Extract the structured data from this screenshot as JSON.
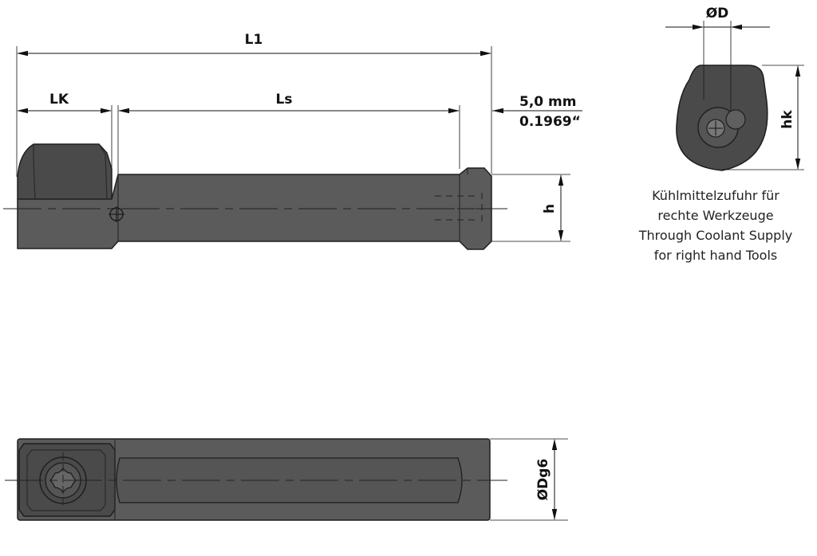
{
  "dimensions": {
    "l1": "L1",
    "lk": "LK",
    "ls": "Ls",
    "offset_mm": "5,0 mm",
    "offset_in": "0.1969“",
    "h": "h",
    "d": "ØD",
    "hk": "hk",
    "dg6": "ØDg6"
  },
  "note": {
    "line1": "Kühlmittelzufuhr für",
    "line2": "rechte Werkzeuge",
    "line3": "Through Coolant Supply",
    "line4": "for right hand Tools"
  }
}
